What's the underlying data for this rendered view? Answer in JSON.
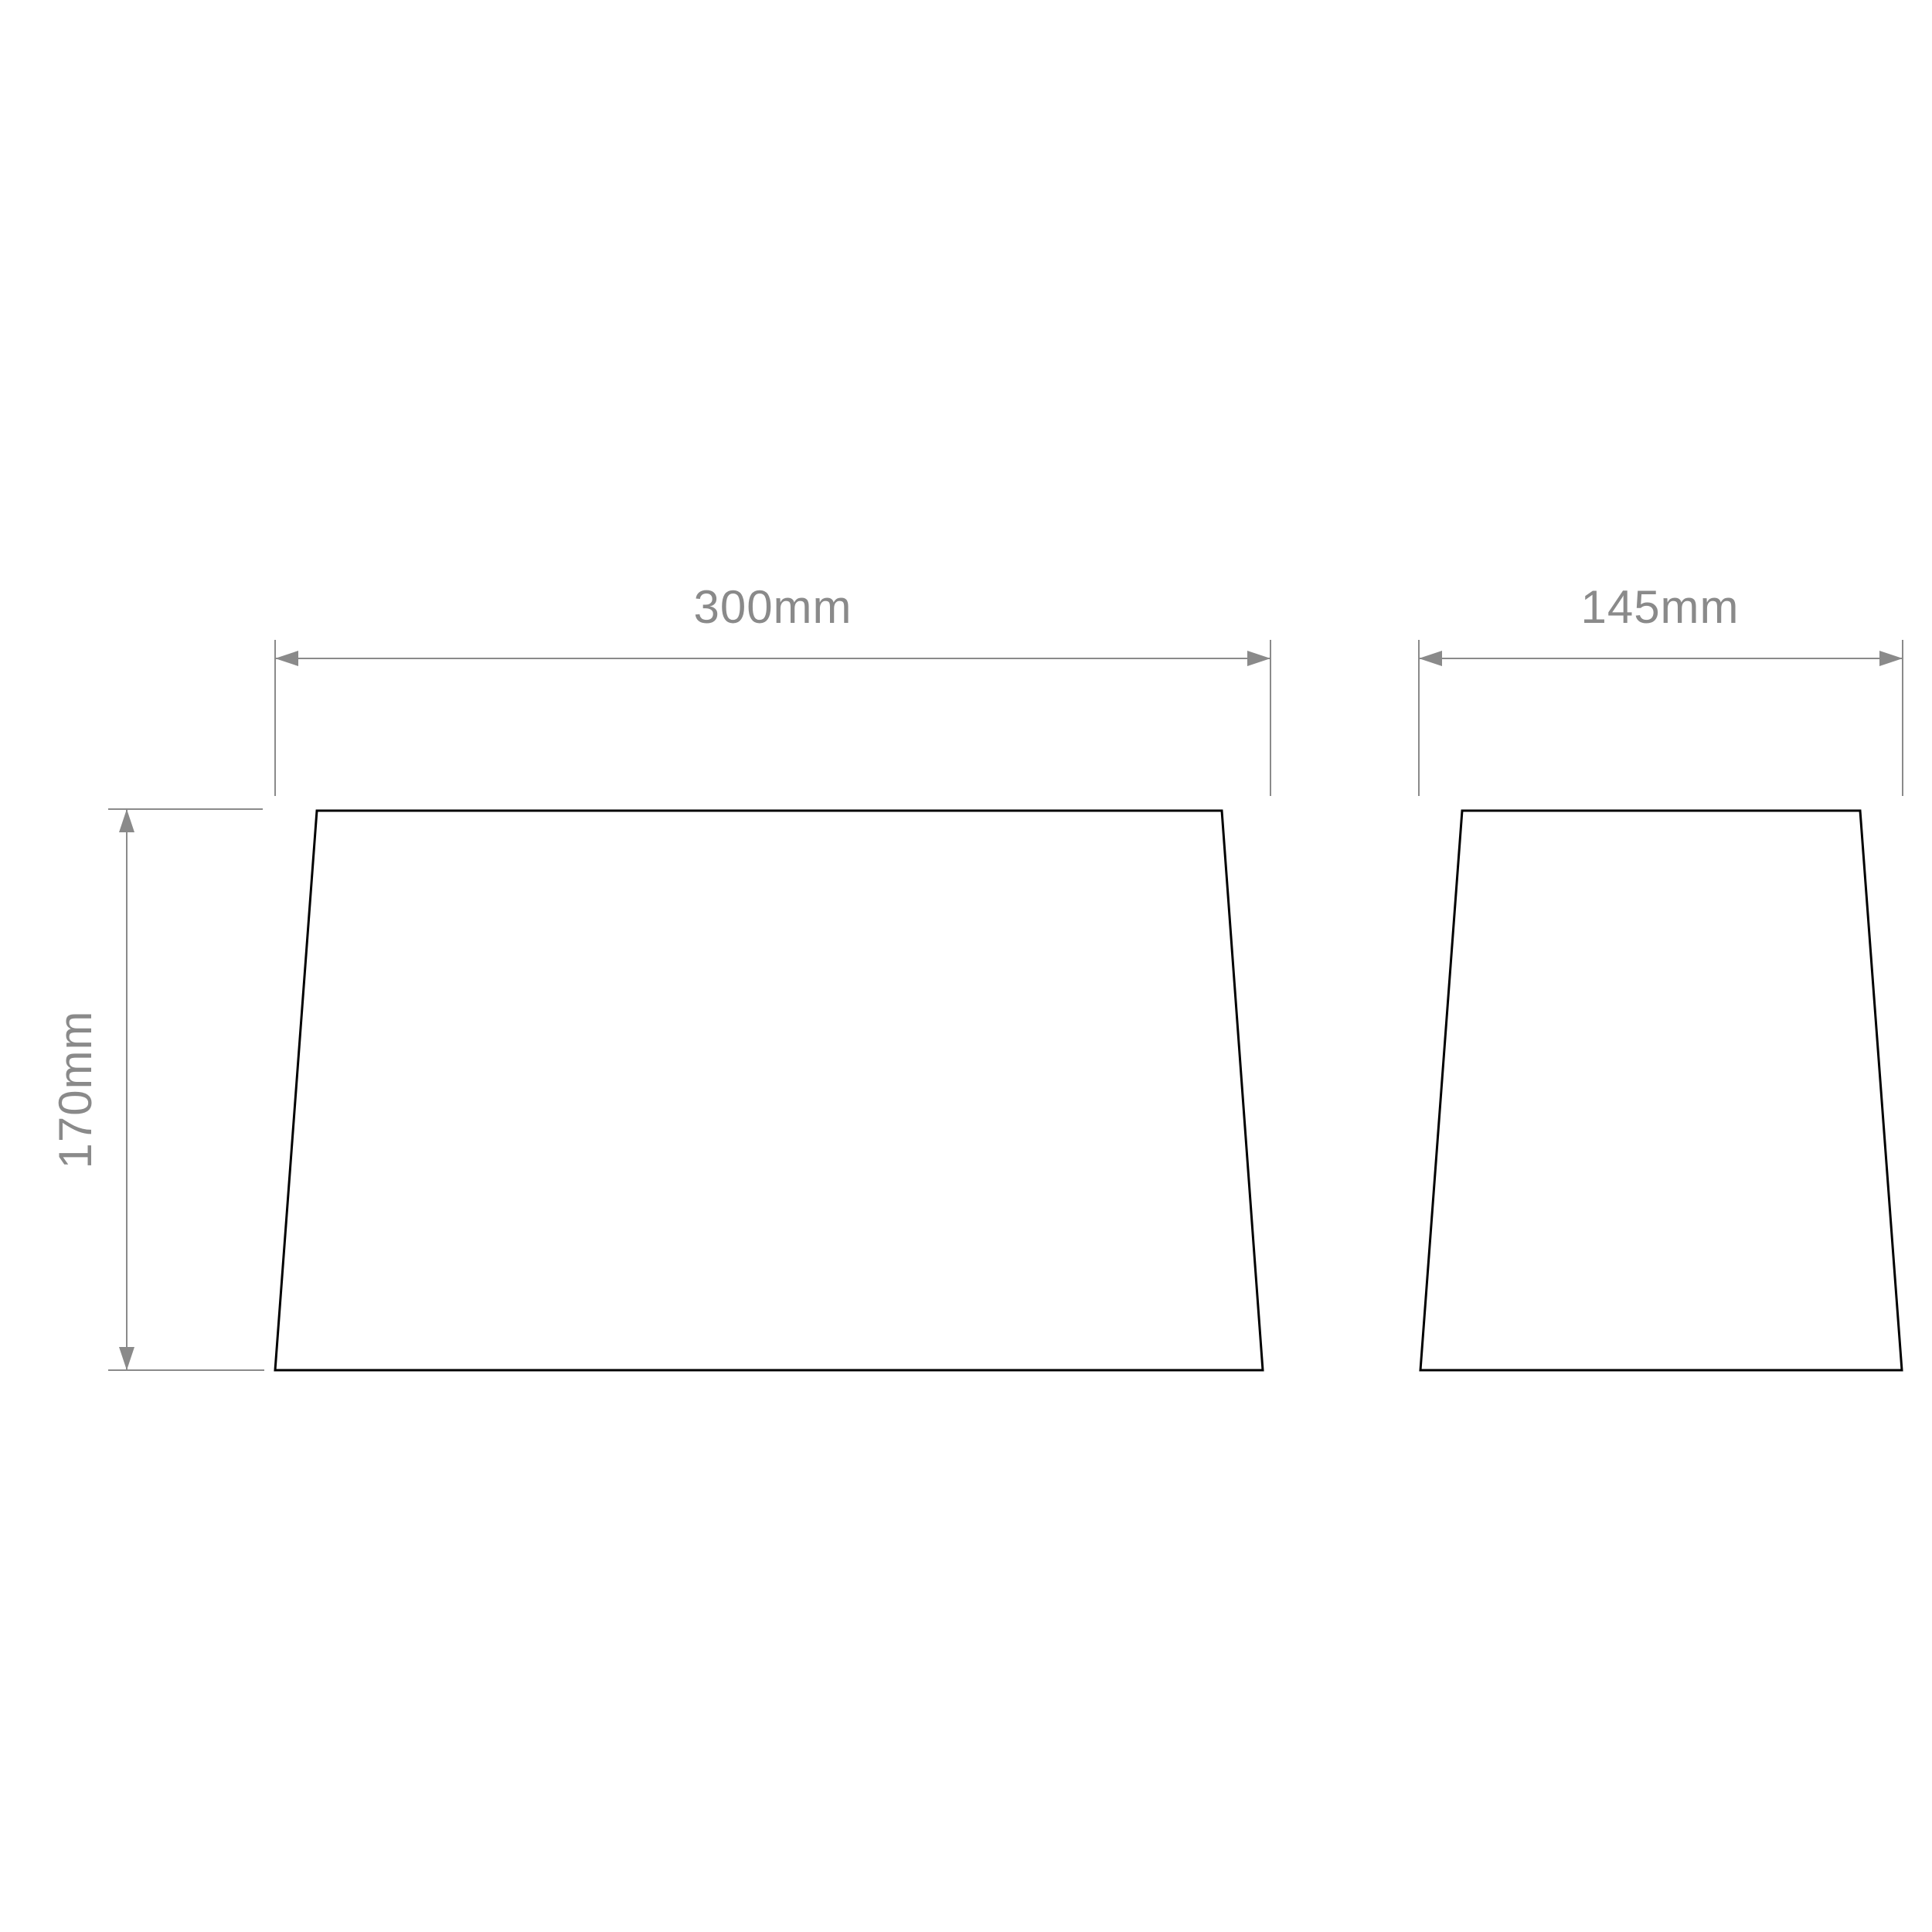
{
  "dimensions": {
    "front_width": "300mm",
    "side_width": "145mm",
    "height": "170mm"
  },
  "colors": {
    "outline": "#000000",
    "dimension": "#8a8a8a",
    "background": "#ffffff"
  }
}
